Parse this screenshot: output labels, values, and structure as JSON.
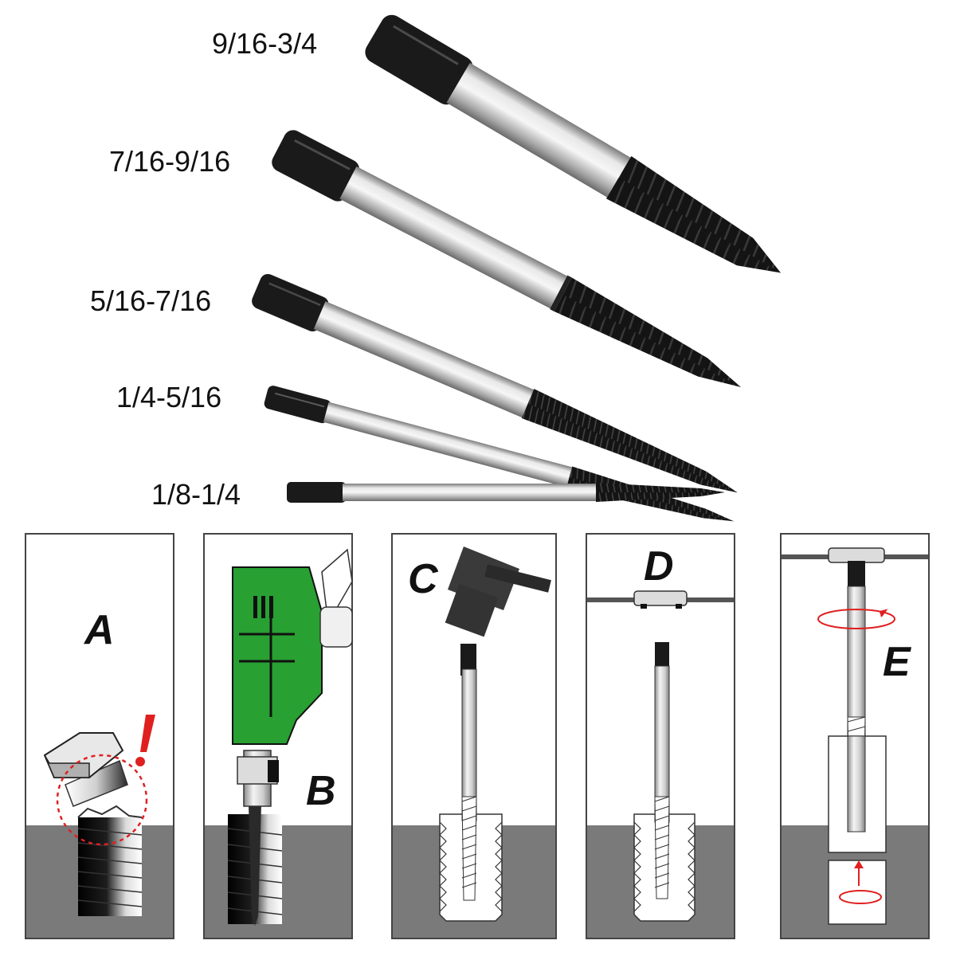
{
  "extractors": [
    {
      "size": "9/16-3/4"
    },
    {
      "size": "7/16-9/16"
    },
    {
      "size": "5/16-7/16"
    },
    {
      "size": "1/4-5/16"
    },
    {
      "size": "1/8-1/4"
    }
  ],
  "steps": [
    {
      "letter": "A",
      "depicts": "broken-bolt-icon"
    },
    {
      "letter": "B",
      "depicts": "drill-icon"
    },
    {
      "letter": "C",
      "depicts": "hammer-icon"
    },
    {
      "letter": "D",
      "depicts": "tap-wrench-icon"
    },
    {
      "letter": "E",
      "depicts": "rotate-arrow-icon"
    }
  ],
  "colors": {
    "ground": "#7a7a7a",
    "drill_green": "#28a032",
    "thread_black": "#111111",
    "shank_silver": "#c4c4c4",
    "alert_red": "#e02020"
  }
}
